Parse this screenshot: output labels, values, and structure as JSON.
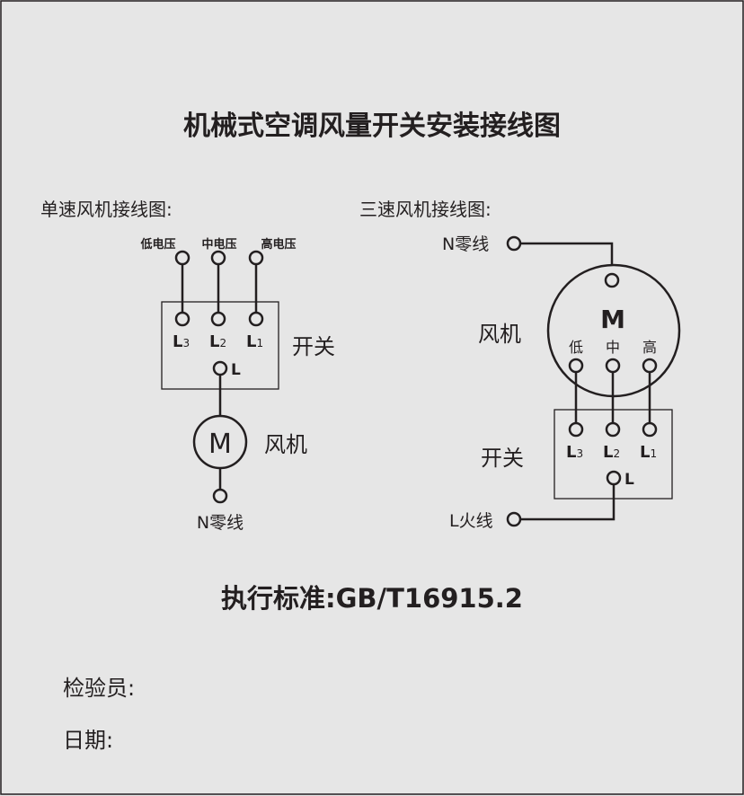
{
  "title": "机械式空调风量开关安装接线图",
  "single": {
    "heading": "单速风机接线图:",
    "inputs": [
      "低电压",
      "中电压",
      "高电压"
    ],
    "terminals": [
      "L",
      "L",
      "L"
    ],
    "subs": [
      "3",
      "2",
      "1"
    ],
    "common": "L",
    "switch_label": "开关",
    "motor_symbol": "M",
    "motor_label": "风机",
    "neutral": "N零线"
  },
  "triple": {
    "heading": "三速风机接线图:",
    "neutral": "N零线",
    "motor_symbol": "M",
    "motor_label": "风机",
    "speeds": [
      "低",
      "中",
      "高"
    ],
    "terminals": [
      "L",
      "L",
      "L"
    ],
    "subs": [
      "3",
      "2",
      "1"
    ],
    "common": "L",
    "switch_label": "开关",
    "live": "L火线"
  },
  "standard": "执行标准:GB/T16915.2",
  "inspector_label": "检验员:",
  "date_label": "日期:"
}
